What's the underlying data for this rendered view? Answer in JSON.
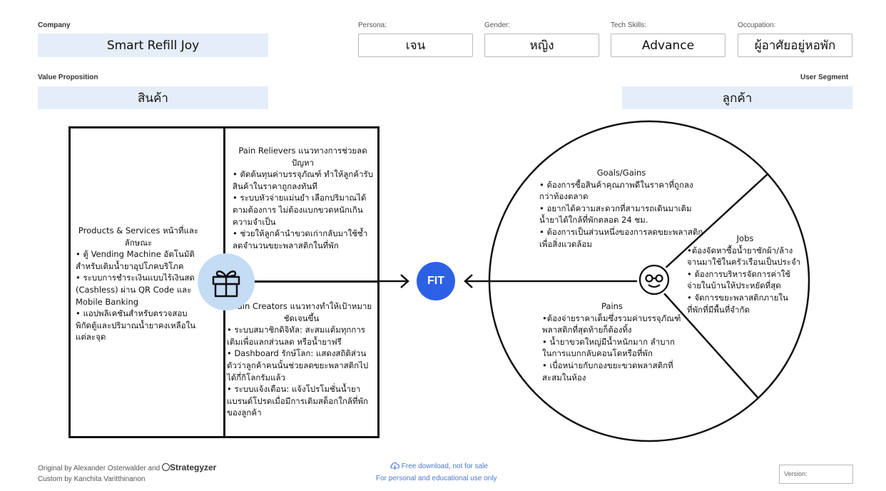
{
  "header": {
    "company_label": "Company",
    "company_value": "Smart Refill Joy",
    "persona_label": "Persona:",
    "persona_value": "เจน",
    "gender_label": "Gender:",
    "gender_value": "หญิง",
    "tech_label": "Tech Skills:",
    "tech_value": "Advance",
    "occupation_label": "Occupation:",
    "occupation_value": "ผู้อาศัยอยู่หอพัก",
    "value_prop_label": "Value Proposition",
    "value_prop_value": "สินค้า",
    "segment_label": "User Segment",
    "segment_value": "ลูกค้า"
  },
  "value_map": {
    "products": {
      "title": "Products & Services หน้าที่และลักษณะ",
      "items": [
        "• ตู้ Vending Machine อัตโนมัติสำหรับเติมน้ำยาอุปโภคบริโภค",
        "• ระบบการชำระเงินแบบไร้เงินสด (Cashless) ผ่าน QR Code และ Mobile Banking",
        "• แอปพลิเคชันสำหรับตรวจสอบพิกัดตู้และปริมาณน้ำยาคงเหลือในแต่ละจุด"
      ]
    },
    "pain_relievers": {
      "title": "Pain Relievers แนวทางการช่วยลดปัญหา",
      "items": [
        "• ตัดต้นทุนค่าบรรจุภัณฑ์ ทำให้ลูกค้ารับสินค้าในราคาถูกลงทันที",
        "• ระบบหัวจ่ายแม่นยำ เลือกปริมาณได้ตามต้องการ ไม่ต้องแบกขวดหนักเกินความจำเป็น",
        "• ช่วยให้ลูกค้านำขวดเก่ากลับมาใช้ซ้ำ ลดจำนวนขยะพลาสติกในที่พัก"
      ]
    },
    "gain_creators": {
      "title": "Gain Creators แนวทางทำให้เป้าหมายชัดเจนขึ้น",
      "items": [
        "• ระบบสมาชิกดิจิทัล: สะสมแต้มทุกการเติมเพื่อแลกส่วนลด หรือน้ำยาฟรี",
        "• Dashboard รักษ์โลก: แสดงสถิติส่วนตัวว่าลูกค้าคนนั้นช่วยลดขยะพลาสติกไปได้กี่กิโลกรัมแล้ว",
        "• ระบบแจ้งเตือน: แจ้งโปรโมชั่นน้ำยาแบรนด์โปรดเมื่อมีการเติมสต็อกใกล้ที่พักของลูกค้า"
      ]
    }
  },
  "fit_label": "FIT",
  "customer_profile": {
    "gains": {
      "title": "Goals/Gains",
      "items": [
        "• ต้องการซื้อสินค้าคุณภาพดีในราคาที่ถูกลงกว่าท้องตลาด",
        "• อยากได้ความสะดวกที่สามารถเดินมาเติมน้ำยาได้ใกล้ที่พักตลอด 24 ชม.",
        "• ต้องการเป็นส่วนหนึ่งของการลดขยะพลาสติกเพื่อสิ่งแวดล้อม"
      ]
    },
    "jobs": {
      "title": "Jobs",
      "items": [
        "•ต้องจัดหาซื้อน้ำยาซักผ้า/ล้างจานมาใช้ในครัวเรือนเป็นประจำ",
        "• ต้องการบริหารจัดการค่าใช้จ่ายในบ้านให้ประหยัดที่สุด",
        "• จัดการขยะพลาสติกภายในที่พักที่มีพื้นที่จำกัด"
      ]
    },
    "pains": {
      "title": "Pains",
      "items": [
        "•ต้องจ่ายราคาเต็มซึ่งรวมค่าบรรจุภัณฑ์พลาสติกที่สุดท้ายก็ต้องทิ้ง",
        "• น้ำยาขวดใหญ่มีน้ำหนักมาก ลำบากในการแบกกลับคอนโดหรือที่พัก",
        "• เบื่อหน่ายกับกองขยะขวดพลาสติกที่สะสมในห้อง"
      ]
    }
  },
  "footer": {
    "original": "Original by Alexander Osterwalder and",
    "brand": "Strategyzer",
    "custom": "Custom by Kanchita Varitthinanon",
    "free": "Free download, not for sale",
    "personal": "For personal and educational use only",
    "version_label": "Version:"
  },
  "icons": [
    "gift-icon",
    "smiley-icon",
    "cloud-download-icon"
  ]
}
